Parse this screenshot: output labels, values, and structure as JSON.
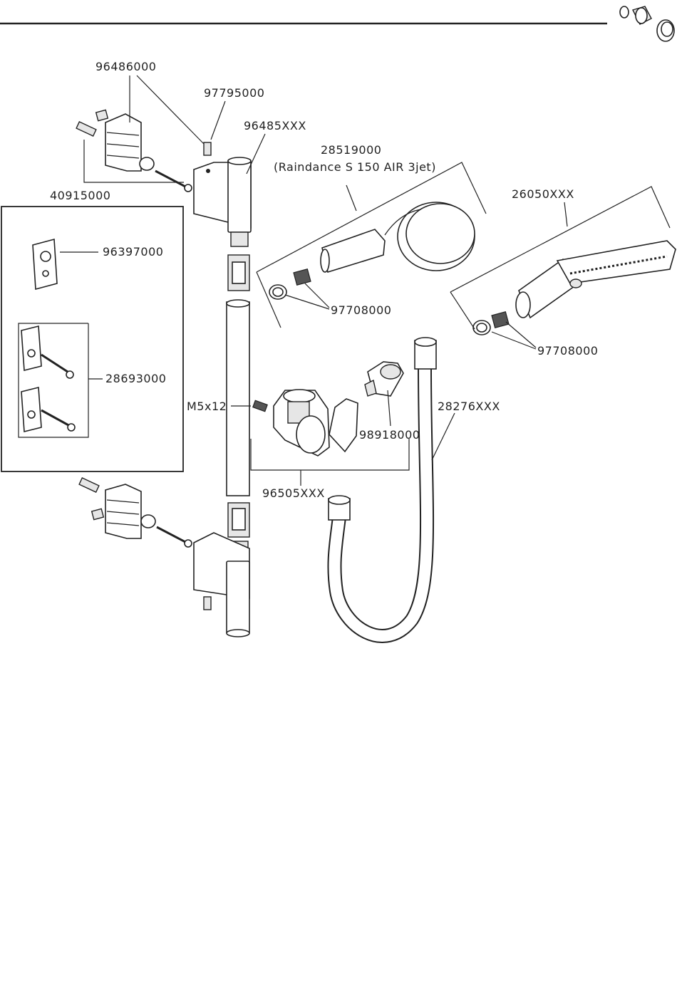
{
  "labels": {
    "p96486000": "96486000",
    "p97795000": "97795000",
    "p96485xxx": "96485XXX",
    "p28519000": "28519000",
    "p28519000_desc": "(Raindance S 150 AIR 3jet)",
    "p40915000": "40915000",
    "p26050xxx": "26050XXX",
    "p96397000": "96397000",
    "p97708000_a": "97708000",
    "p97708000_b": "97708000",
    "p28693000": "28693000",
    "pM5x12": "M5x12",
    "p28276xxx": "28276XXX",
    "p98918000": "98918000",
    "p96505xxx": "96505XXX"
  },
  "icons": {
    "header": "spare-parts-icon"
  }
}
